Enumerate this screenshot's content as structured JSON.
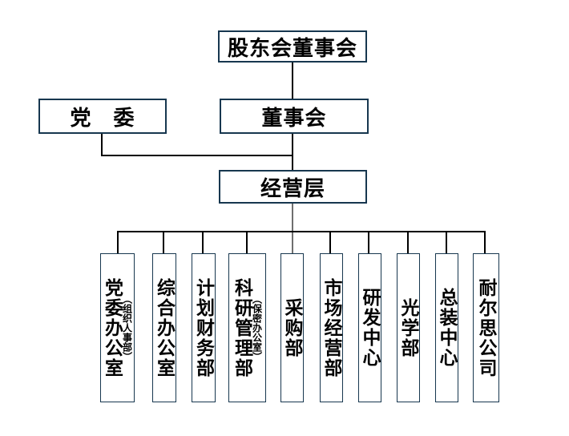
{
  "nodes": {
    "shareholders_board": {
      "label": "股东会董事会"
    },
    "party_committee": {
      "label": "党　委"
    },
    "board": {
      "label": "董事会"
    },
    "management": {
      "label": "经营层"
    }
  },
  "departments": [
    {
      "main": "党委办公室",
      "sub": "（组织人事部）"
    },
    {
      "main": "综合办公室"
    },
    {
      "main": "计划财务部"
    },
    {
      "main": "科研管理部",
      "sub": "（保密办公室）"
    },
    {
      "main": "采购部"
    },
    {
      "main": "市场经营部"
    },
    {
      "main": "研发中心"
    },
    {
      "main": "光学部"
    },
    {
      "main": "总装中心"
    },
    {
      "main": "耐尔思公司"
    }
  ],
  "colors": {
    "box_border": "#17374f",
    "connector": "#000000",
    "management_drop": "#6f6f6f",
    "background": "#ffffff",
    "text": "#000000"
  }
}
